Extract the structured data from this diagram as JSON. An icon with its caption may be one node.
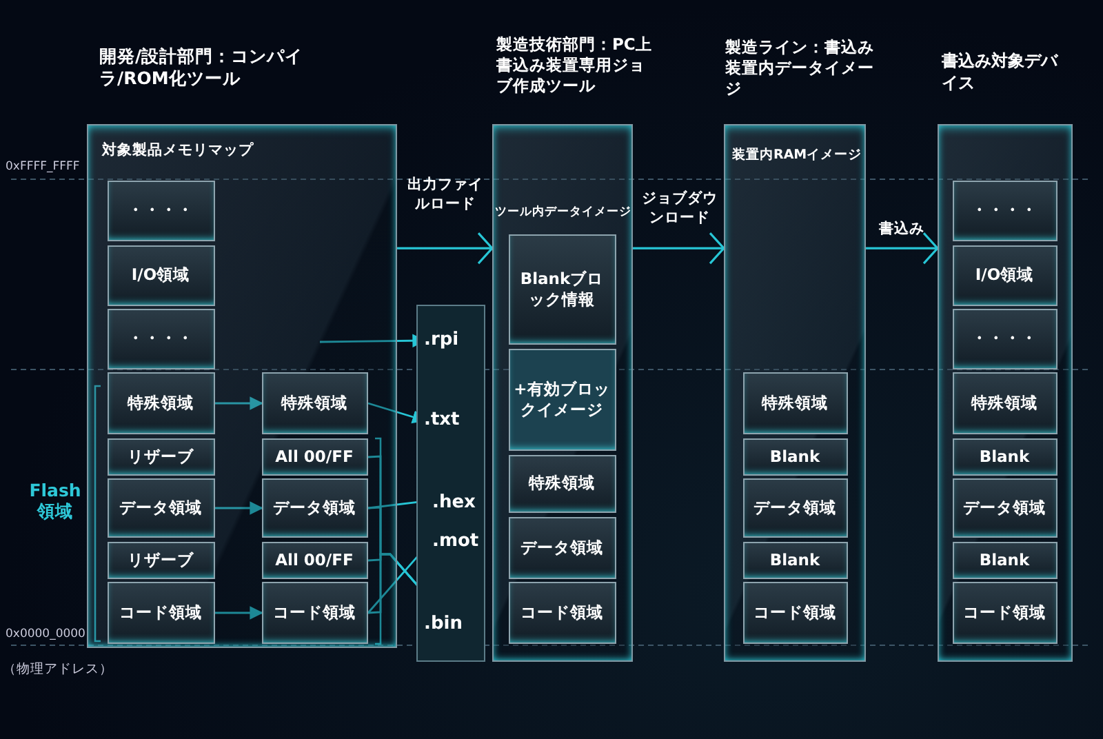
{
  "diagram": {
    "nodes": [
      {
        "text": [
          "開発/設計部門：コンパイラ/ROM化ツール",
          "対象製品メモリマップ"
        ]
      },
      {
        "text": [
          "・・・・"
        ],
        "in": 0
      },
      {
        "text": [
          "I/O領域"
        ],
        "in": 0
      },
      {
        "text": [
          "・・・・"
        ],
        "in": 0
      },
      {
        "text": [
          "特殊領域"
        ],
        "in": 0
      },
      {
        "text": [
          "リザーブ"
        ],
        "in": 0
      },
      {
        "text": [
          "データ領域"
        ],
        "in": 0
      },
      {
        "text": [
          "リザーブ"
        ],
        "in": 0
      },
      {
        "text": [
          "コード領域"
        ],
        "in": 0
      },
      {
        "text": [
          "特殊領域"
        ],
        "in": 0
      },
      {
        "text": [
          "All 00/FF"
        ],
        "in": 0
      },
      {
        "text": [
          "データ領域"
        ],
        "in": 0
      },
      {
        "text": [
          "All 00/FF"
        ],
        "in": 0
      },
      {
        "text": [
          "コード領域"
        ],
        "in": 0
      },
      {
        "text": [],
        "shape": "box"
      },
      {
        "text": [
          ".rpi"
        ],
        "in": 14
      },
      {
        "text": [
          ".txt"
        ],
        "in": 14
      },
      {
        "text": [
          ".hex"
        ],
        "in": 14
      },
      {
        "text": [
          ".mot"
        ],
        "in": 14
      },
      {
        "text": [
          ".bin"
        ],
        "in": 14
      },
      {
        "text": [
          "製造技術部門：PC上書込み装置専用ジョブ作成ツール",
          "ツール内データイメージ"
        ]
      },
      {
        "text": [
          "Blankブロック情報"
        ],
        "in": 20
      },
      {
        "text": [
          "+有効ブロックイメージ"
        ],
        "in": 20
      },
      {
        "text": [
          "特殊領域"
        ],
        "in": 20
      },
      {
        "text": [
          "データ領域"
        ],
        "in": 20
      },
      {
        "text": [
          "コード領域"
        ],
        "in": 20
      },
      {
        "text": [
          "製造ライン：書込み装置内データイメージ",
          "装置内RAMイメージ"
        ]
      },
      {
        "text": [
          "特殊領域"
        ],
        "in": 26
      },
      {
        "text": [
          "Blank"
        ],
        "in": 26
      },
      {
        "text": [
          "データ領域"
        ],
        "in": 26
      },
      {
        "text": [
          "Blank"
        ],
        "in": 26
      },
      {
        "text": [
          "コード領域"
        ],
        "in": 26
      },
      {
        "text": [
          "書込み対象デバイス"
        ]
      },
      {
        "text": [
          "・・・・"
        ],
        "in": 32
      },
      {
        "text": [
          "I/O領域"
        ],
        "in": 32
      },
      {
        "text": [
          "・・・・"
        ],
        "in": 32
      },
      {
        "text": [
          "特殊領域"
        ],
        "in": 32
      },
      {
        "text": [
          "Blank"
        ],
        "in": 32
      },
      {
        "text": [
          "データ領域"
        ],
        "in": 32
      },
      {
        "text": [
          "Blank"
        ],
        "in": 32
      },
      {
        "text": [
          "コード領域"
        ],
        "in": 32
      }
    ],
    "edges": [
      {
        "from": 0,
        "to": 20,
        "arrow": "to",
        "label": "出力ファイルロード"
      },
      {
        "from": 20,
        "to": 26,
        "arrow": "to",
        "label": "ジョブダウンロード"
      },
      {
        "from": 26,
        "to": 32,
        "arrow": "to",
        "label": "書込み"
      },
      {
        "from": 4,
        "to": 9,
        "arrow": "to"
      },
      {
        "from": 6,
        "to": 11,
        "arrow": "to"
      },
      {
        "from": 8,
        "to": 13,
        "arrow": "to"
      },
      {
        "from": null,
        "to": 15,
        "arrow": "to"
      },
      {
        "from": 9,
        "to": 16,
        "arrow": "to"
      },
      {
        "from": 11,
        "to": 17,
        "arrow": "to"
      },
      {
        "from": 13,
        "to": 18,
        "arrow": "to"
      },
      {
        "from": 10,
        "to": 19,
        "arrow": "to"
      },
      {
        "from": 11,
        "to": 19,
        "arrow": "to"
      },
      {
        "from": 12,
        "to": 19,
        "arrow": "to"
      },
      {
        "from": 13,
        "to": 19,
        "arrow": "to"
      }
    ],
    "labels": [
      "0xFFFF_FFFF",
      "Flash領域",
      "0x0000_0000",
      "（物理アドレス）"
    ]
  }
}
